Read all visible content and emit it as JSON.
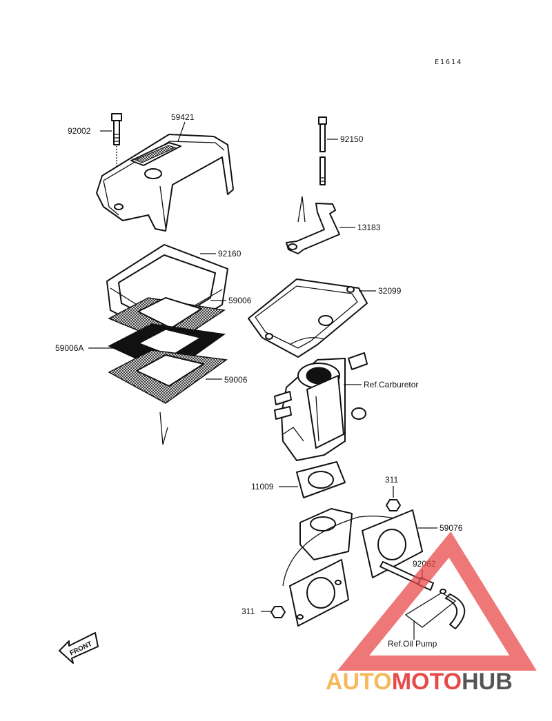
{
  "diagram": {
    "code": "E1614",
    "labels": {
      "p92002": "92002",
      "p59421": "59421",
      "p92150": "92150",
      "p13183": "13183",
      "p92160": "92160",
      "p59006_top": "59006",
      "p59006A": "59006A",
      "p59006_bottom": "59006",
      "p32099": "32099",
      "ref_carburetor": "Ref.Carburetor",
      "p11009": "11009",
      "p311_top": "311",
      "p59076": "59076",
      "p92062": "92062",
      "p311_bottom": "311",
      "ref_oil_pump": "Ref.Oil Pump"
    },
    "front_label": "FRONT"
  },
  "watermark": {
    "part1": "AUTO",
    "part2": "MOTO",
    "part3": "HUB",
    "color1": "#f5b85a",
    "color2": "#e84a4a",
    "color3": "#555555",
    "triangle_color": "#e84a4a"
  }
}
